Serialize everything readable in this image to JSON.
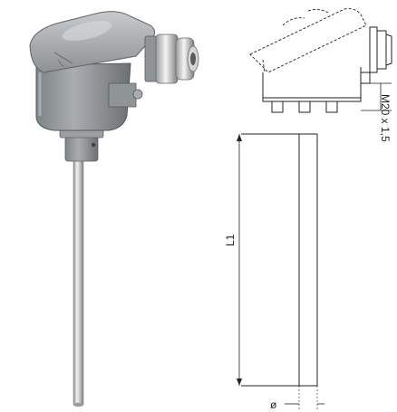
{
  "drawing": {
    "thread_label": "M20 x 1,5",
    "length_label": "L1",
    "diameter_label": "ø"
  },
  "colors": {
    "head_light": "#b8bcbf",
    "head_mid": "#8f9496",
    "head_dark": "#5f6366",
    "probe_light": "#e6e6e6",
    "probe_dark": "#8a8a8a",
    "line": "#222222"
  },
  "icons": {
    "product": "thermocouple-head-photo",
    "cable_gland": "cable-gland-icon"
  }
}
